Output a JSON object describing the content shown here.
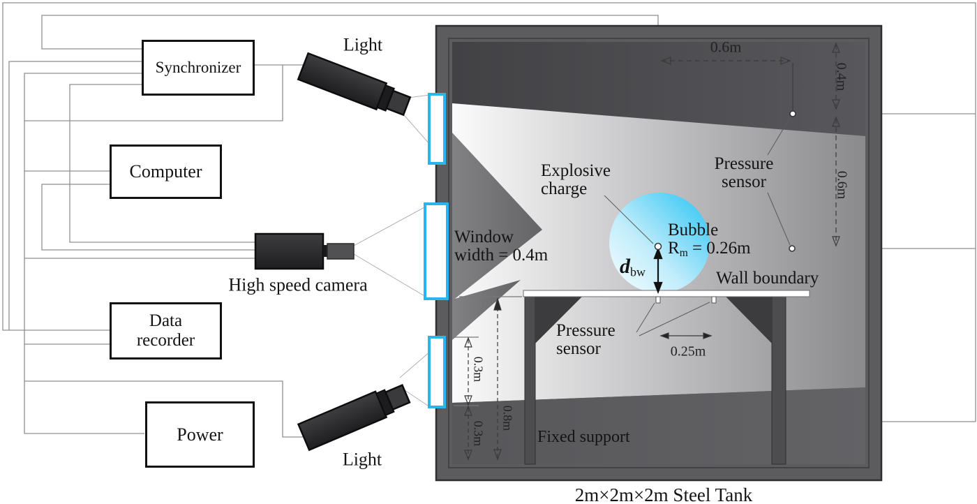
{
  "devices": {
    "synchronizer": "Synchronizer",
    "computer": "Computer",
    "camera_label": "High speed camera",
    "data_recorder_line1": "Data",
    "data_recorder_line2": "recorder",
    "power": "Power",
    "light_top": "Light",
    "light_bottom": "Light"
  },
  "tank": {
    "title": "2m×2m×2m Steel Tank",
    "labels": {
      "explosive_line1": "Explosive",
      "explosive_line2": "charge",
      "pressure_right_line1": "Pressure",
      "pressure_right_line2": "sensor",
      "bubble": "Bubble",
      "bubble_radius_prefix": "R",
      "bubble_radius_sub": "m",
      "bubble_radius_value": " = 0.26m",
      "wall_boundary": "Wall boundary",
      "window_line1": "Window",
      "window_line2": "width = 0.4m",
      "pressure_bottom_line1": "Pressure",
      "pressure_bottom_line2": "sensor",
      "fixed_support": "Fixed support",
      "dbw_symbol": "d",
      "dbw_sub": "bw"
    },
    "dimensions": {
      "top_horizontal": "0.6m",
      "right_upper": "0.4m",
      "right_lower": "0.6m",
      "sensor_spacing": "0.25m",
      "window_upper": "0.3m",
      "window_lower": "0.3m",
      "wall_height": "0.8m"
    }
  },
  "colors": {
    "window_accent": "#2ab5ef",
    "bubble_cyan": "#27c3f3",
    "tank_wall": "#5c5c5f",
    "wire": "#8f8f8f"
  }
}
